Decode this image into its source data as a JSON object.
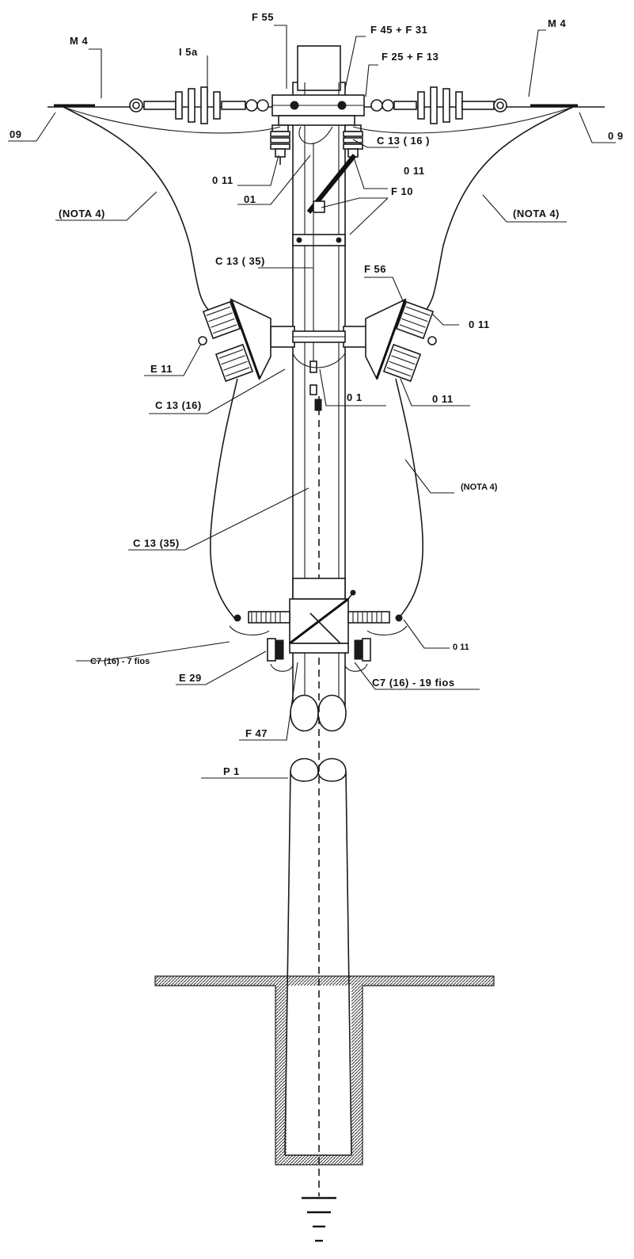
{
  "labels": {
    "f55": "F 55",
    "f45_f31": "F 45 + F 31",
    "f25_f13": "F 25 + F 13",
    "m4_left": "M 4",
    "m4_right": "M 4",
    "i5a": "I 5a",
    "o9_left": "09",
    "o9_right": "0 9",
    "c13_16_top": "C 13 ( 16 )",
    "o11_top_left": "0 11",
    "o11_top_right": "0 11",
    "o1_top": "01",
    "f10": "F 10",
    "nota4_left": "(NOTA 4)",
    "nota4_right": "(NOTA 4)",
    "nota4_lower": "(NOTA 4)",
    "c13_35_top": "C 13 ( 35)",
    "f56": "F 56",
    "o11_mid_right": "0 11",
    "e11": "E 11",
    "o1_mid": "0 1",
    "c13_16_mid": "C 13 (16)",
    "o11_mid_lower": "0 11",
    "c13_35_mid": "C 13 (35)",
    "o11_bottom": "0 11",
    "c7_7": "C7 (16) - 7 fios",
    "e29": "E 29",
    "c7_19": "C7 (16) - 19 fios",
    "f47": "F 47",
    "p1": "P 1"
  },
  "colors": {
    "line": "#1a1a1a",
    "ground_hatch": "#555555"
  }
}
